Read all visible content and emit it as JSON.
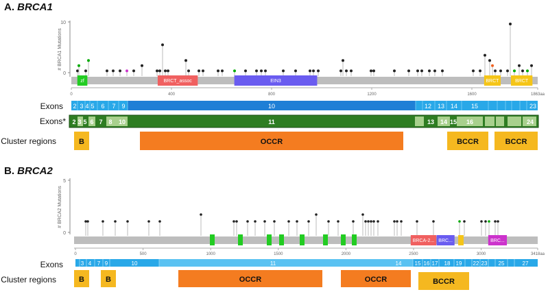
{
  "panelA": {
    "title_prefix": "A.",
    "title_gene": "BRCA1",
    "ylabel": "# BRCA1 Mutations",
    "yticks": [
      "10",
      "0"
    ],
    "xticks": [
      "0",
      "400",
      "800",
      "1200",
      "1600",
      "1863aa"
    ],
    "domains": [
      {
        "label": "zf",
        "color": "#22cc22",
        "start": 24,
        "end": 64
      },
      {
        "label": "BRCT_assoc",
        "color": "#f06060",
        "start": 345,
        "end": 505
      },
      {
        "label": "EIN3",
        "color": "#6a5cf0",
        "start": 651,
        "end": 982
      },
      {
        "label": "BRCT",
        "color": "#f5c518",
        "start": 1649,
        "end": 1715
      },
      {
        "label": "BRCT",
        "color": "#f5c518",
        "start": 1756,
        "end": 1842
      }
    ],
    "exons_label": "Exons",
    "exons": [
      "2",
      "3",
      "4",
      "5",
      "6",
      "7",
      "9",
      "10",
      "12",
      "13",
      "14",
      "15",
      "23"
    ],
    "exons_star_label": "Exons*",
    "exons_star": [
      "2",
      "3",
      "5",
      "6",
      "7",
      "8",
      "10",
      "11",
      "13",
      "14",
      "15",
      "16",
      "24"
    ],
    "cluster_label": "Cluster regions",
    "clusters": [
      "B",
      "OCCR",
      "BCCR",
      "BCCR"
    ]
  },
  "panelB": {
    "title_prefix": "B.",
    "title_gene": "BRCA2",
    "ylabel": "# BRCA2 Mutations",
    "yticks": [
      "5",
      "0"
    ],
    "xticks": [
      "0",
      "500",
      "1000",
      "1500",
      "2000",
      "2500",
      "3000",
      "3418aa"
    ],
    "domains": [
      {
        "label": "BRCA-2...",
        "color": "#f06060",
        "start": 2479,
        "end": 2668
      },
      {
        "label": "BRC...",
        "color": "#6a5cf0",
        "start": 2670,
        "end": 2803
      },
      {
        "label": "",
        "color": "#f5c518",
        "start": 2830,
        "end": 2870
      },
      {
        "label": "BRC...",
        "color": "#cc33cc",
        "start": 3052,
        "end": 3190
      }
    ],
    "exons_label": "Exons",
    "exons": [
      "3",
      "4",
      "7",
      "9",
      "10",
      "11",
      "14",
      "15",
      "16",
      "17",
      "18",
      "19",
      "22",
      "23",
      "25",
      "27"
    ],
    "cluster_label": "Cluster regions",
    "clusters": [
      "B",
      "B",
      "OCCR",
      "OCCR",
      "BCCR"
    ]
  },
  "colors": {
    "exon_blue": "#29a8e8",
    "exon_dark_blue": "#1f7fd6",
    "exon_star_green": "#3a8a2e",
    "exon_star_light": "#a8d08d",
    "cluster_orange": "#f47c20",
    "cluster_yellow": "#f5b820",
    "backbone_gray": "#bdbdbd"
  }
}
